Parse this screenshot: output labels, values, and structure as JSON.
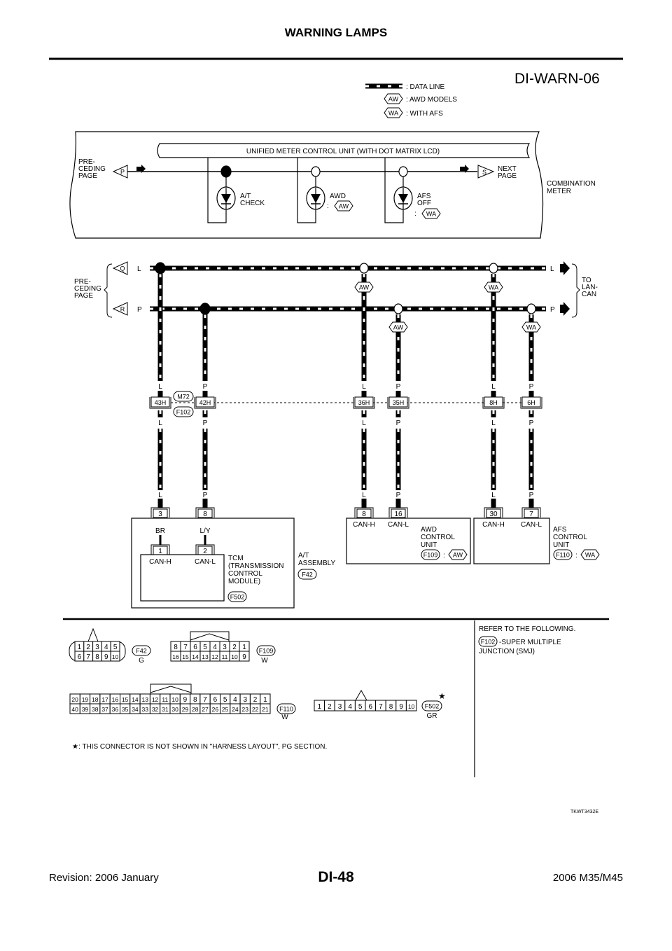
{
  "header": {
    "title": "WARNING LAMPS",
    "diagram_id": "DI-WARN-06"
  },
  "legend": [
    {
      "symbol": "data-line",
      "text": ": DATA LINE"
    },
    {
      "symbol": "AW",
      "text": ": AWD MODELS"
    },
    {
      "symbol": "WA",
      "text": ": WITH AFS"
    }
  ],
  "meter": {
    "unit_label": "UNIFIED METER CONTROL UNIT (WITH DOT MATRIX LCD)",
    "preceding": [
      "PRE-",
      "CEDING",
      "PAGE"
    ],
    "next": [
      "NEXT",
      "PAGE"
    ],
    "combination": [
      "COMBINATION",
      "METER"
    ],
    "tag_in": "P",
    "tag_out": "S",
    "lamps": [
      {
        "lines": [
          "A/T",
          "CHECK"
        ],
        "tag": ""
      },
      {
        "lines": [
          "AWD"
        ],
        "tag": "AW"
      },
      {
        "lines": [
          "AFS",
          "OFF"
        ],
        "tag": "WA"
      }
    ]
  },
  "can": {
    "preceding": [
      "PRE-",
      "CEDING",
      "PAGE"
    ],
    "to": [
      "TO",
      "LAN-",
      "CAN"
    ],
    "tag_l": "Q",
    "tag_p": "R",
    "wire_l": "L",
    "wire_p": "P",
    "tag_aw": "AW",
    "tag_wa": "WA",
    "joint_connectors": [
      "43H",
      "42H",
      "36H",
      "35H",
      "8H",
      "6H"
    ],
    "joint_ids": [
      "M72",
      "F102"
    ],
    "colors": [
      "L",
      "P",
      "L",
      "P",
      "L",
      "P"
    ]
  },
  "units": {
    "tcm_pins": [
      "3",
      "8"
    ],
    "tcm_wire_colors": [
      "BR",
      "L/Y"
    ],
    "tcm_inner_pins": [
      "1",
      "2"
    ],
    "tcm_signals": [
      "CAN-H",
      "CAN-L"
    ],
    "tcm_label": [
      "TCM",
      "(TRANSMISSION",
      " CONTROL",
      " MODULE)"
    ],
    "tcm_connector": "F502",
    "assembly_label": [
      "A/T",
      "ASSEMBLY"
    ],
    "assembly_connector": "F42",
    "awd_pins": [
      "8",
      "16"
    ],
    "awd_signals": [
      "CAN-H",
      "CAN-L"
    ],
    "awd_label": [
      "AWD",
      "CONTROL",
      "UNIT"
    ],
    "awd_connector": "F109",
    "awd_tag": "AW",
    "afs_pins": [
      "30",
      "7"
    ],
    "afs_signals": [
      "CAN-H",
      "CAN-L"
    ],
    "afs_label": [
      "AFS",
      "CONTROL",
      "UNIT"
    ],
    "afs_connector": "F110",
    "afs_tag": "WA"
  },
  "connectors": {
    "f42": {
      "id": "F42",
      "color": "G",
      "rows": [
        [
          "1",
          "2",
          "3",
          "4",
          "5"
        ],
        [
          "6",
          "7",
          "8",
          "9",
          "10"
        ]
      ]
    },
    "f109": {
      "id": "F109",
      "color": "W",
      "rows": [
        [
          "8",
          "7",
          "6",
          "5",
          "4",
          "3",
          "2",
          "1"
        ],
        [
          "16",
          "15",
          "14",
          "13",
          "12",
          "11",
          "10",
          "9"
        ]
      ]
    },
    "f110": {
      "id": "F110",
      "color": "W",
      "rows": [
        [
          "20",
          "19",
          "18",
          "17",
          "16",
          "15",
          "14",
          "13",
          "12",
          "11",
          "10",
          "9",
          "8",
          "7",
          "6",
          "5",
          "4",
          "3",
          "2",
          "1"
        ],
        [
          "40",
          "39",
          "38",
          "37",
          "36",
          "35",
          "34",
          "33",
          "32",
          "31",
          "30",
          "29",
          "28",
          "27",
          "26",
          "25",
          "24",
          "23",
          "22",
          "21"
        ]
      ]
    },
    "f502": {
      "id": "F502",
      "color": "GR",
      "star": "★",
      "rows": [
        [
          "1",
          "2",
          "3",
          "4",
          "5",
          "6",
          "7",
          "8",
          "9",
          "10"
        ]
      ]
    }
  },
  "refer": {
    "title": "REFER TO THE FOLLOWING.",
    "connector": "F102",
    "desc1": "-SUPER MULTIPLE",
    "desc2": "JUNCTION (SMJ)"
  },
  "footnote": "★: THIS CONNECTOR IS NOT SHOWN IN \"HARNESS LAYOUT\", PG SECTION.",
  "figure_code": "TKWT3432E",
  "footer": {
    "revision": "Revision: 2006 January",
    "page": "DI-48",
    "model": "2006 M35/M45"
  }
}
